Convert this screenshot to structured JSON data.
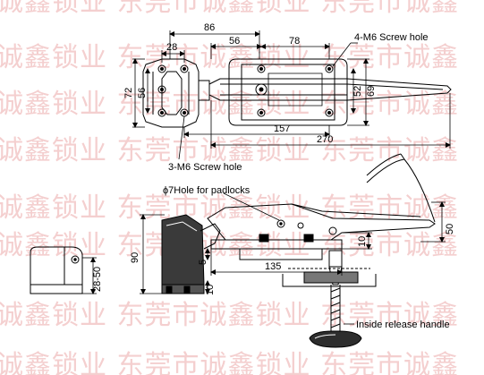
{
  "watermark": {
    "rows": [
      "诚鑫锁业  东莞市诚鑫锁业  东莞市诚鑫",
      "诚鑫锁业  东莞市诚鑫锁业  东莞市诚鑫",
      "诚鑫锁业  东莞市诚鑫锁业  东莞市诚鑫",
      "诚鑫锁业  东莞市诚鑫锁业  东莞市诚鑫",
      "诚鑫锁业  东莞市诚鑫锁业  东莞市诚鑫",
      "诚鑫锁业  东莞市诚鑫锁业  东莞市诚鑫",
      "诚鑫锁业  东莞市诚鑫锁业  东莞市诚鑫",
      "诚鑫锁业  东莞市诚鑫锁业  东莞市诚鑫"
    ],
    "color": "#f4cfcf"
  },
  "top_view": {
    "dims": {
      "d86": "86",
      "d28": "28",
      "d56_top": "56",
      "d78": "78",
      "d72": "72",
      "d56_left": "56",
      "d52": "52",
      "d69": "69",
      "d157": "157",
      "d270": "270"
    },
    "screw_top_label": "4-M6  Screw hole",
    "screw_bottom_label": "3-M6  Screw hole"
  },
  "side_view": {
    "padlock_label": "ϕ7Hole for padlocks",
    "dims": {
      "d90": "90",
      "d5": "5",
      "d135": "135",
      "d10_right": "10",
      "d50": "50",
      "d10_bottom": "10"
    },
    "release_label": "Inside release handle"
  },
  "small_view": {
    "dims": {
      "d28_50": "28-50"
    }
  },
  "colors": {
    "line": "#000000",
    "watermark": "#f4cfcf",
    "background": "#ffffff"
  }
}
